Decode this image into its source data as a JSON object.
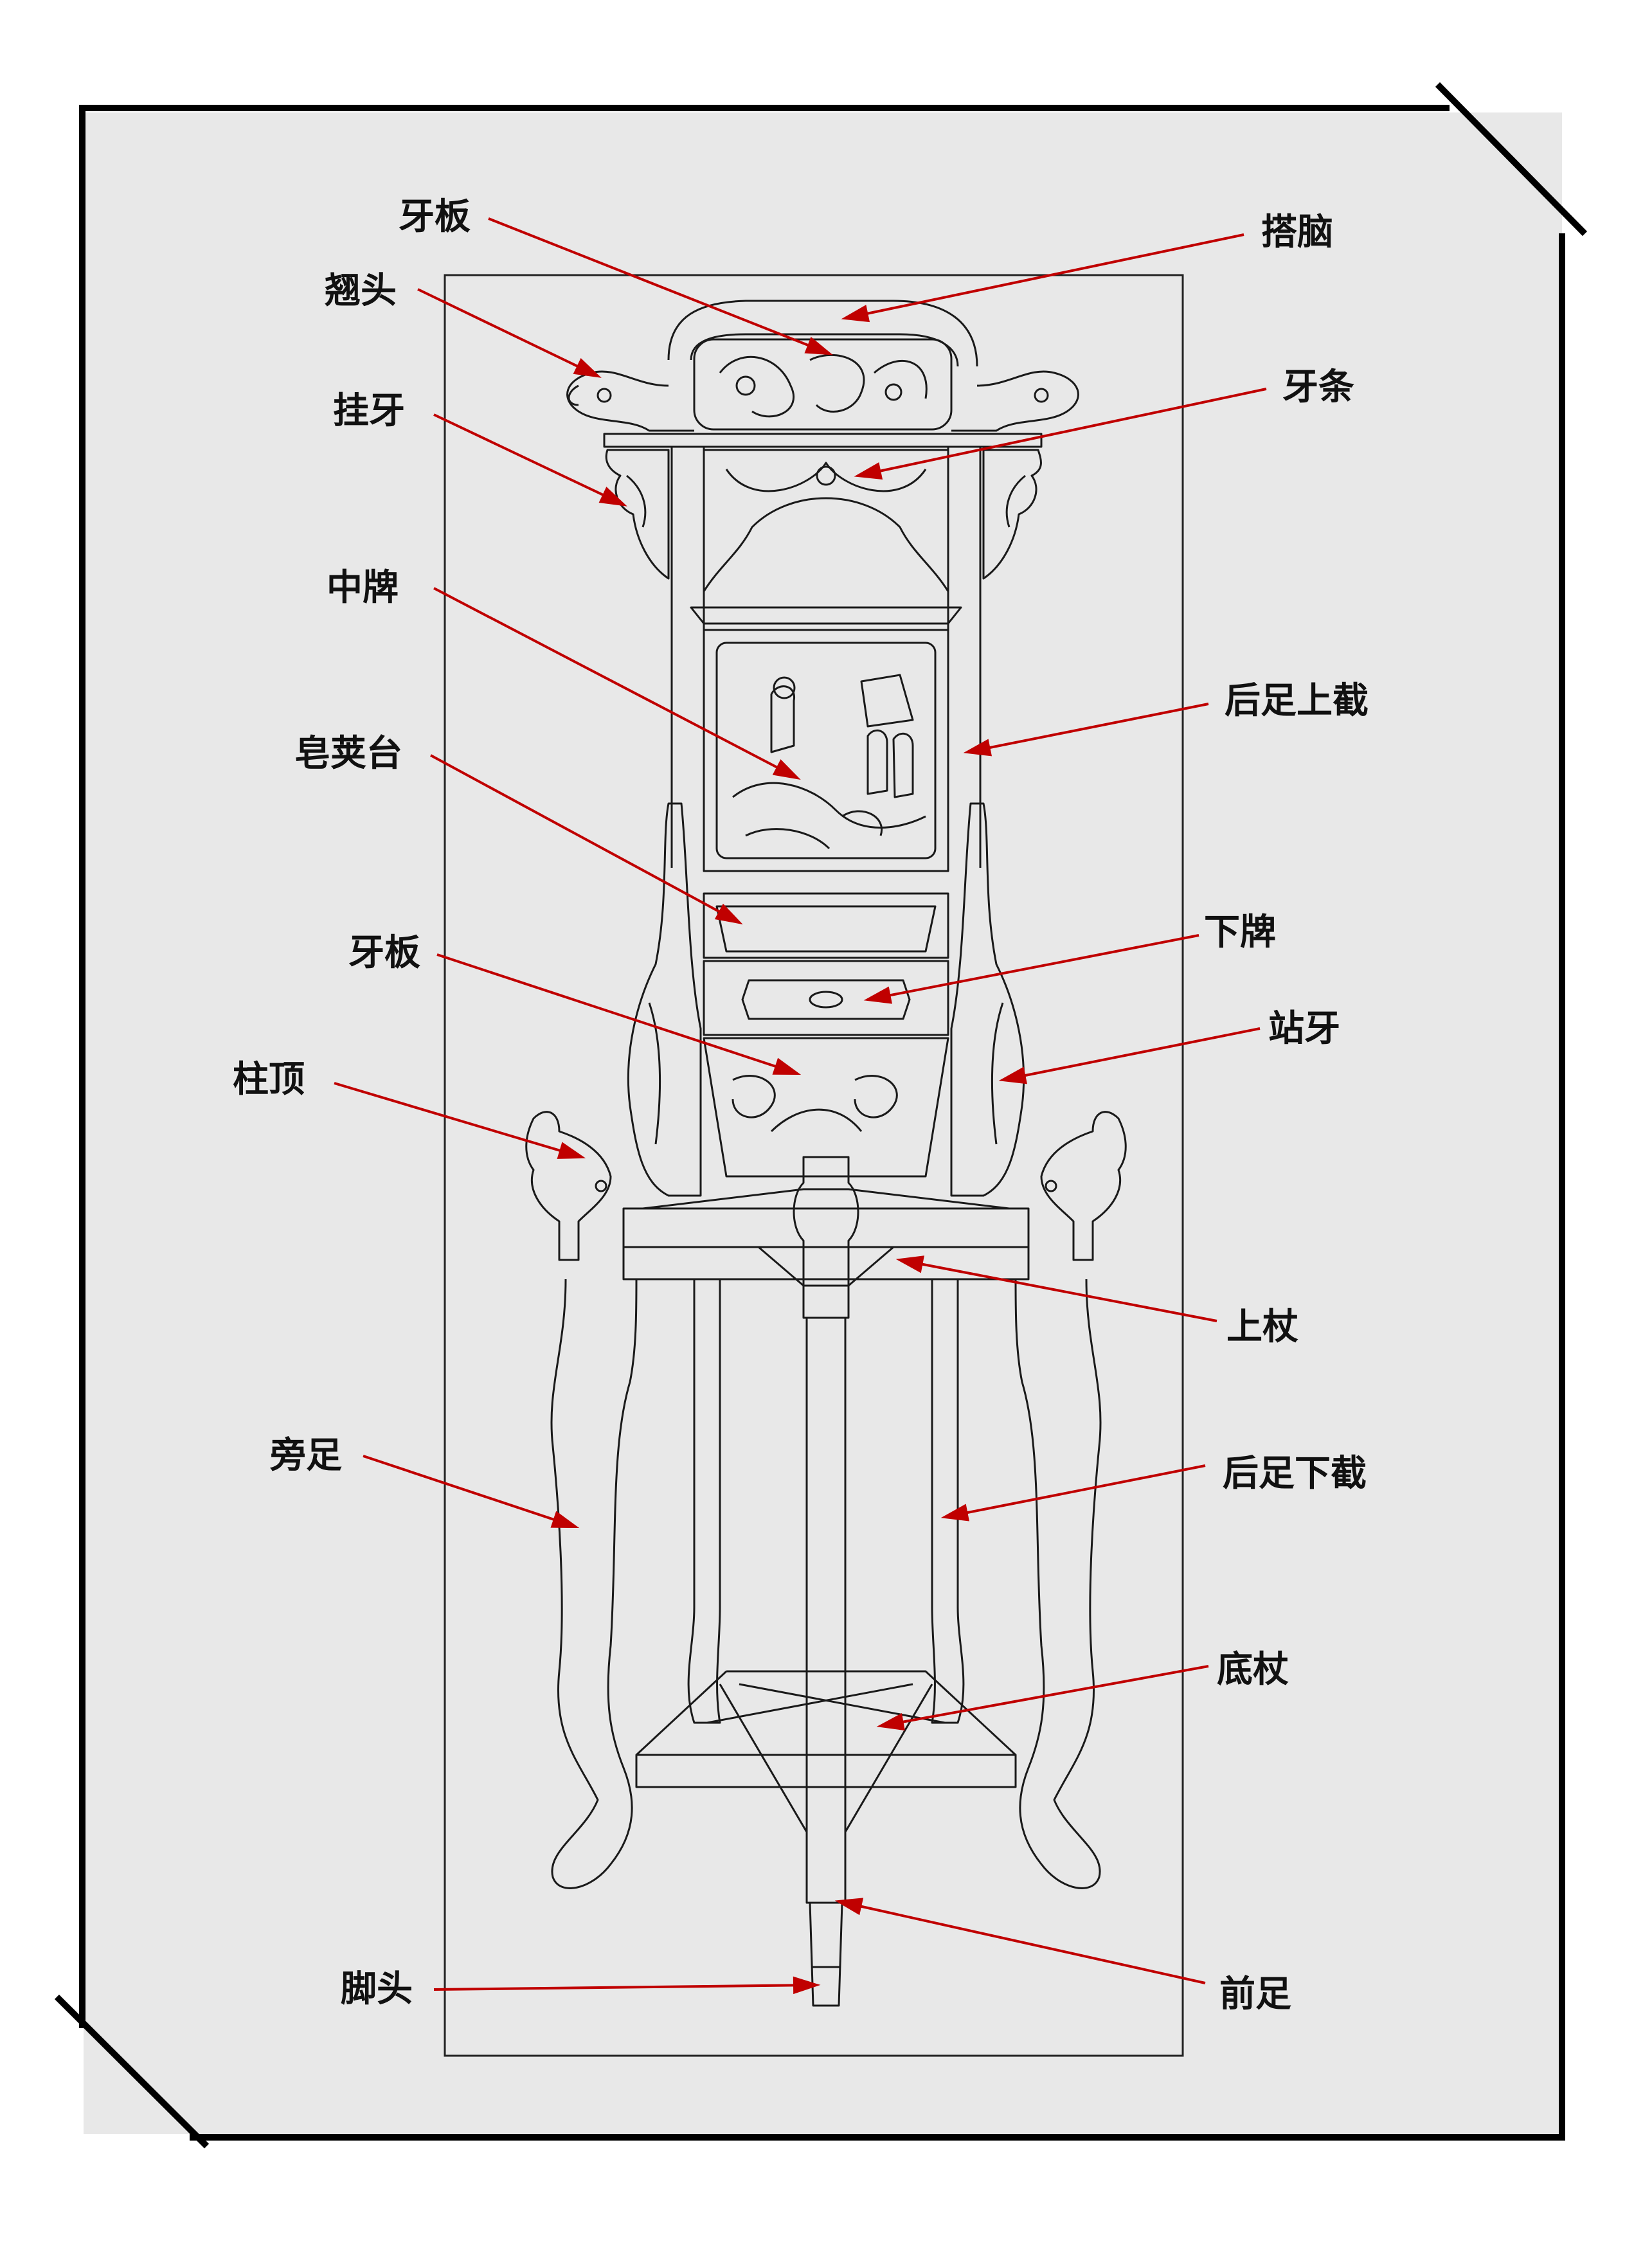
{
  "colors": {
    "background": "#e8e8e8",
    "frame": "#000000",
    "leader": "#c00000",
    "drawing": "#1a1a1a"
  },
  "labels": [
    {
      "id": "yaban-top",
      "text": "牙板"
    },
    {
      "id": "danao",
      "text": "搭脑"
    },
    {
      "id": "chitou",
      "text": "翘头"
    },
    {
      "id": "guaya",
      "text": "挂牙"
    },
    {
      "id": "yatiao",
      "text": "牙条"
    },
    {
      "id": "zhongpai",
      "text": "中牌"
    },
    {
      "id": "houzu-shang",
      "text": "后足上截"
    },
    {
      "id": "zaojiatai",
      "text": "皂荚台"
    },
    {
      "id": "xiapai",
      "text": "下牌"
    },
    {
      "id": "yaban-mid",
      "text": "牙板"
    },
    {
      "id": "zhanya",
      "text": "站牙"
    },
    {
      "id": "zhuding",
      "text": "柱顶"
    },
    {
      "id": "shangzhang",
      "text": "上杖"
    },
    {
      "id": "pangzu",
      "text": "旁足"
    },
    {
      "id": "houzu-xia",
      "text": "后足下截"
    },
    {
      "id": "dizhang",
      "text": "底杖"
    },
    {
      "id": "jiaotou",
      "text": "脚头"
    },
    {
      "id": "qianzu",
      "text": "前足"
    }
  ]
}
